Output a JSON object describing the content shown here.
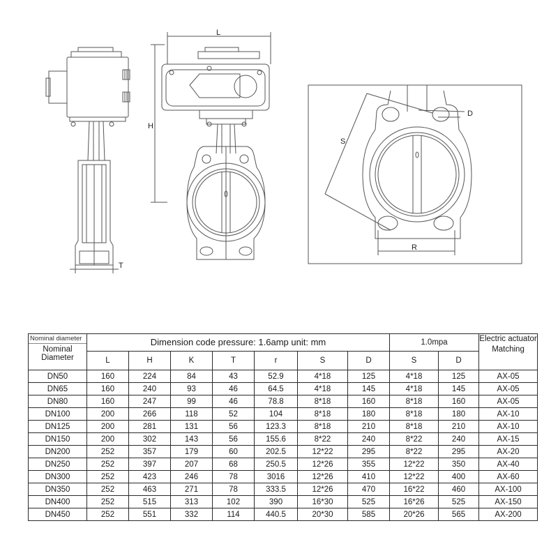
{
  "drawing": {
    "labels": {
      "L": "L",
      "H": "H",
      "T": "T",
      "S": "S",
      "D": "D",
      "R": "R"
    }
  },
  "table": {
    "nominal_top": "Nominal diameter",
    "nominal_main": "Nominal Diameter",
    "title": "Dimension code pressure: 1.6amp unit: mm",
    "mpa_title": "1.0mpa",
    "actuator_line1": "Electric actuator",
    "actuator_line2": "Matching",
    "col_headers": [
      "L",
      "H",
      "K",
      "T",
      "r",
      "S",
      "D"
    ],
    "mpa_headers": [
      "S",
      "D"
    ],
    "rows": [
      [
        "DN50",
        "160",
        "224",
        "84",
        "43",
        "52.9",
        "4*18",
        "125",
        "4*18",
        "125",
        "AX-05"
      ],
      [
        "DN65",
        "160",
        "240",
        "93",
        "46",
        "64.5",
        "4*18",
        "145",
        "4*18",
        "145",
        "AX-05"
      ],
      [
        "DN80",
        "160",
        "247",
        "99",
        "46",
        "78.8",
        "8*18",
        "160",
        "8*18",
        "160",
        "AX-05"
      ],
      [
        "DN100",
        "200",
        "266",
        "118",
        "52",
        "104",
        "8*18",
        "180",
        "8*18",
        "180",
        "AX-10"
      ],
      [
        "DN125",
        "200",
        "281",
        "131",
        "56",
        "123.3",
        "8*18",
        "210",
        "8*18",
        "210",
        "AX-10"
      ],
      [
        "DN150",
        "200",
        "302",
        "143",
        "56",
        "155.6",
        "8*22",
        "240",
        "8*22",
        "240",
        "AX-15"
      ],
      [
        "DN200",
        "252",
        "357",
        "179",
        "60",
        "202.5",
        "12*22",
        "295",
        "8*22",
        "295",
        "AX-20"
      ],
      [
        "DN250",
        "252",
        "397",
        "207",
        "68",
        "250.5",
        "12*26",
        "355",
        "12*22",
        "350",
        "AX-40"
      ],
      [
        "DN300",
        "252",
        "423",
        "246",
        "78",
        "3016",
        "12*26",
        "410",
        "12*22",
        "400",
        "AX-60"
      ],
      [
        "DN350",
        "252",
        "463",
        "271",
        "78",
        "333.5",
        "12*26",
        "470",
        "16*22",
        "460",
        "AX-100"
      ],
      [
        "DN400",
        "252",
        "515",
        "313",
        "102",
        "390",
        "16*30",
        "525",
        "16*26",
        "525",
        "AX-150"
      ],
      [
        "DN450",
        "252",
        "551",
        "332",
        "114",
        "440.5",
        "20*30",
        "585",
        "20*26",
        "565",
        "AX-200"
      ]
    ]
  }
}
